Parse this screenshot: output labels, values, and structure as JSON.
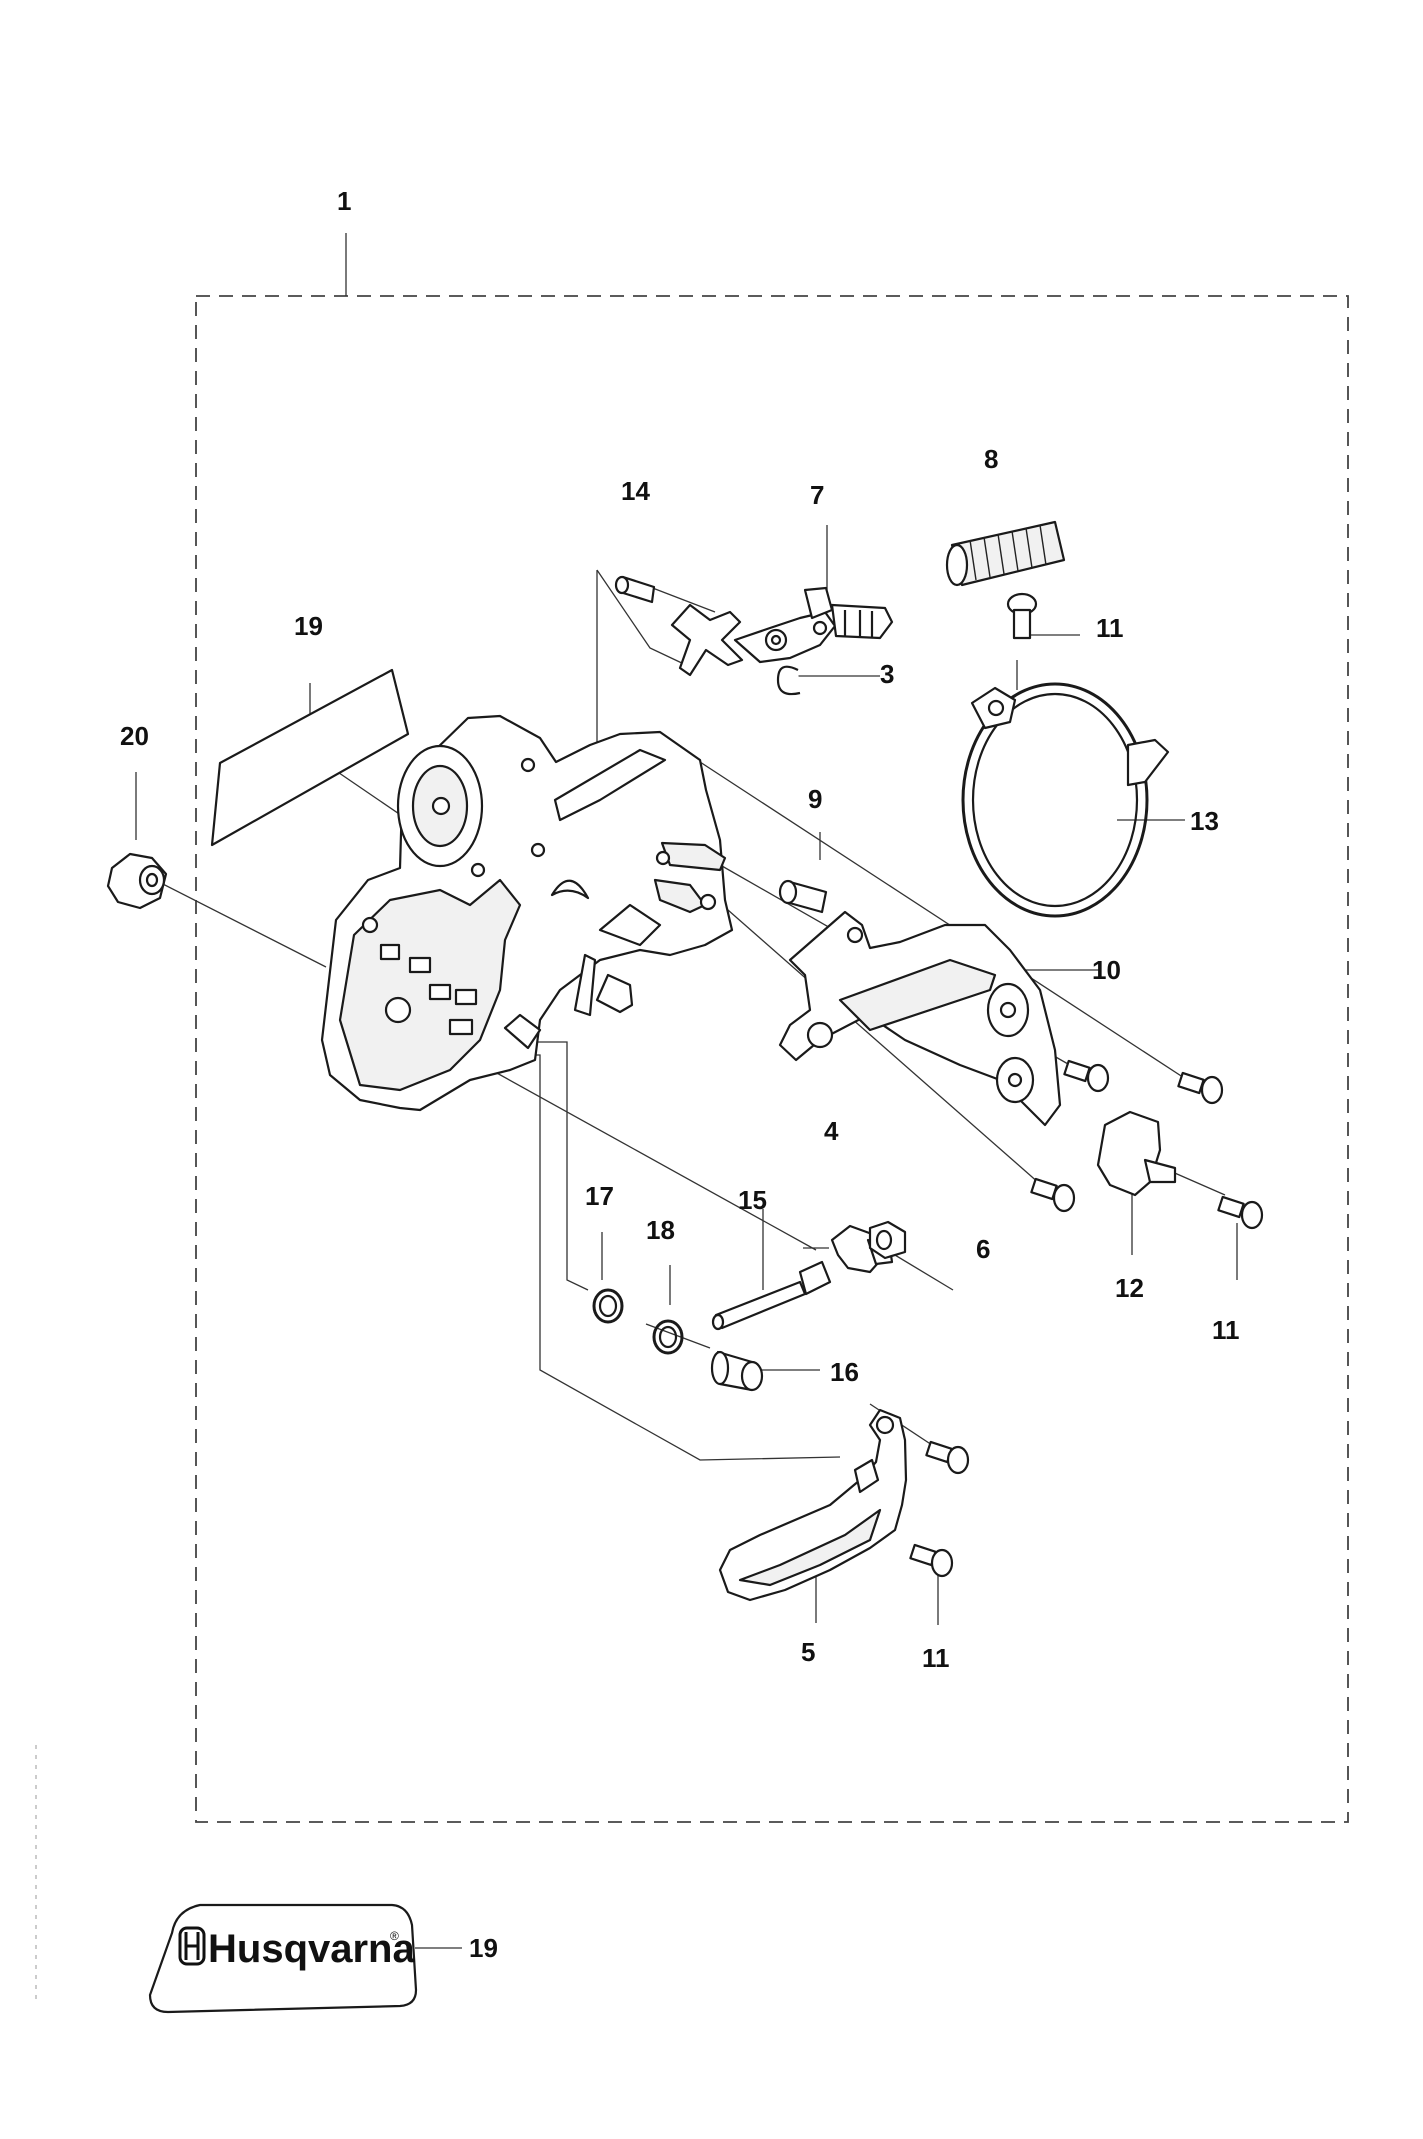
{
  "callouts": {
    "c1": "1",
    "c14": "14",
    "c7": "7",
    "c8": "8",
    "c11a": "11",
    "c3": "3",
    "c19a": "19",
    "c20": "20",
    "c9": "9",
    "c13": "13",
    "c10": "10",
    "c4": "4",
    "c6": "6",
    "c17": "17",
    "c18": "18",
    "c15": "15",
    "c12": "12",
    "c11b": "11",
    "c16": "16",
    "c5": "5",
    "c11c": "11",
    "c19b": "19"
  },
  "logo": {
    "brand": "Husqvarna",
    "mark": "®"
  }
}
